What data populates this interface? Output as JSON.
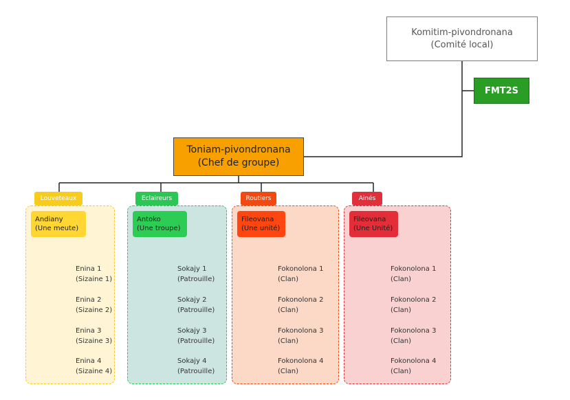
{
  "top": {
    "comite_line1": "Komitim-pivondronana",
    "comite_line2": "(Comité local)",
    "fmt2s": "FMT2S",
    "chef_line1": "Toniam-pivondronana",
    "chef_line2": "(Chef de groupe)"
  },
  "colors": {
    "louveteaux": "#f7cc1e",
    "eclaireurs": "#2cc654",
    "routiers": "#f24812",
    "aines": "#e0303b",
    "fmt2s": "#2a9d25",
    "chef": "#f7a000"
  },
  "branches": [
    {
      "tag": "Louveteaux",
      "unit_line1": "Andiany",
      "unit_line2": "(Une meute)",
      "children": [
        {
          "line1": "Enina 1",
          "line2": "(Sizaine 1)"
        },
        {
          "line1": "Enina 2",
          "line2": "(Sizaine 2)"
        },
        {
          "line1": "Enina 3",
          "line2": "(Sizaine 3)"
        },
        {
          "line1": "Enina 4",
          "line2": "(Sizaine 4)"
        }
      ]
    },
    {
      "tag": "Eclaireurs",
      "unit_line1": "Antoko",
      "unit_line2": "(Une troupe)",
      "children": [
        {
          "line1": "Sokajy 1",
          "line2": "(Patrouille)"
        },
        {
          "line1": "Sokajy 2",
          "line2": "(Patrouille)"
        },
        {
          "line1": "Sokajy 3",
          "line2": "(Patrouille)"
        },
        {
          "line1": "Sokajy 4",
          "line2": "(Patrouille)"
        }
      ]
    },
    {
      "tag": "Routiers",
      "unit_line1": "Fileovana",
      "unit_line2": "(Une unité)",
      "children": [
        {
          "line1": "Fokonolona 1",
          "line2": "(Clan)"
        },
        {
          "line1": "Fokonolona 2",
          "line2": "(Clan)"
        },
        {
          "line1": "Fokonolona 3",
          "line2": "(Clan)"
        },
        {
          "line1": "Fokonolona 4",
          "line2": "(Clan)"
        }
      ]
    },
    {
      "tag": "Ainés",
      "unit_line1": "Fileovana",
      "unit_line2": "(Une Unité)",
      "children": [
        {
          "line1": "Fokonolona 1",
          "line2": "(Clan)"
        },
        {
          "line1": "Fokonolona 2",
          "line2": "(Clan)"
        },
        {
          "line1": "Fokonolona 3",
          "line2": "(Clan)"
        },
        {
          "line1": "Fokonolona 4",
          "line2": "(Clan)"
        }
      ]
    }
  ]
}
